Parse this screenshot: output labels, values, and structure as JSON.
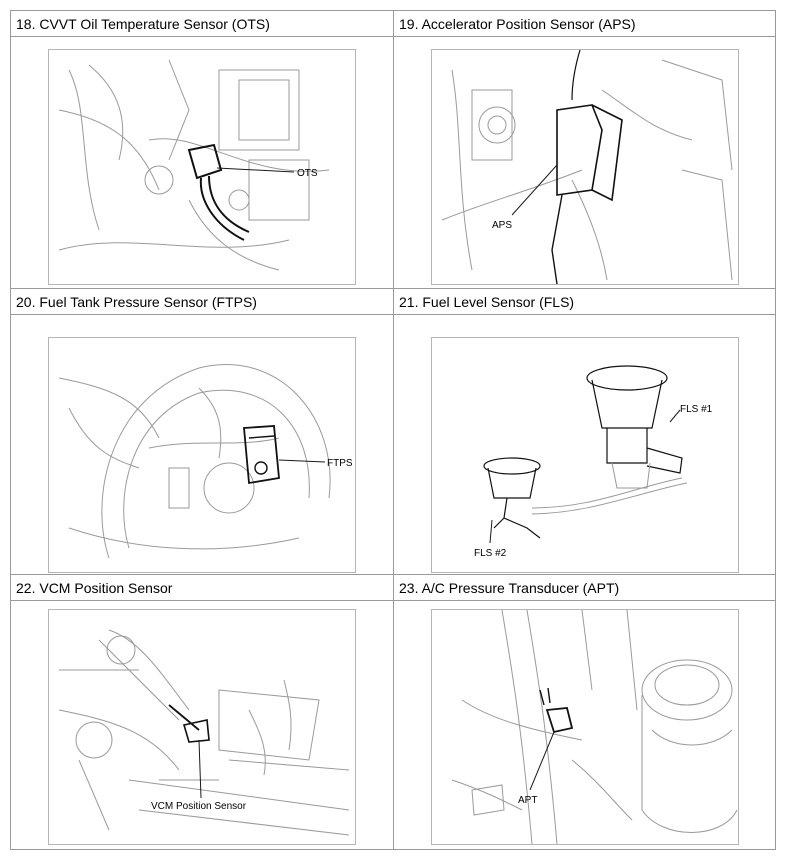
{
  "cells": [
    {
      "title": "18. CVVT Oil Temperature Sensor (OTS)",
      "callout": "OTS",
      "icon": "engine-sensor-diagram"
    },
    {
      "title": "19. Accelerator Position Sensor (APS)",
      "callout": "APS",
      "icon": "pedal-sensor-diagram"
    },
    {
      "title": "20. Fuel Tank Pressure Sensor (FTPS)",
      "callout": "FTPS",
      "icon": "fuel-tank-diagram"
    },
    {
      "title": "21. Fuel Level Sensor (FLS)",
      "callout": "FLS #1",
      "callout2": "FLS #2",
      "icon": "fuel-pump-diagram"
    },
    {
      "title": "22. VCM Position Sensor",
      "callout": "VCM Position Sensor",
      "icon": "valve-cover-diagram"
    },
    {
      "title": "23. A/C Pressure Transducer (APT)",
      "callout": "APT",
      "icon": "ac-line-diagram"
    }
  ]
}
